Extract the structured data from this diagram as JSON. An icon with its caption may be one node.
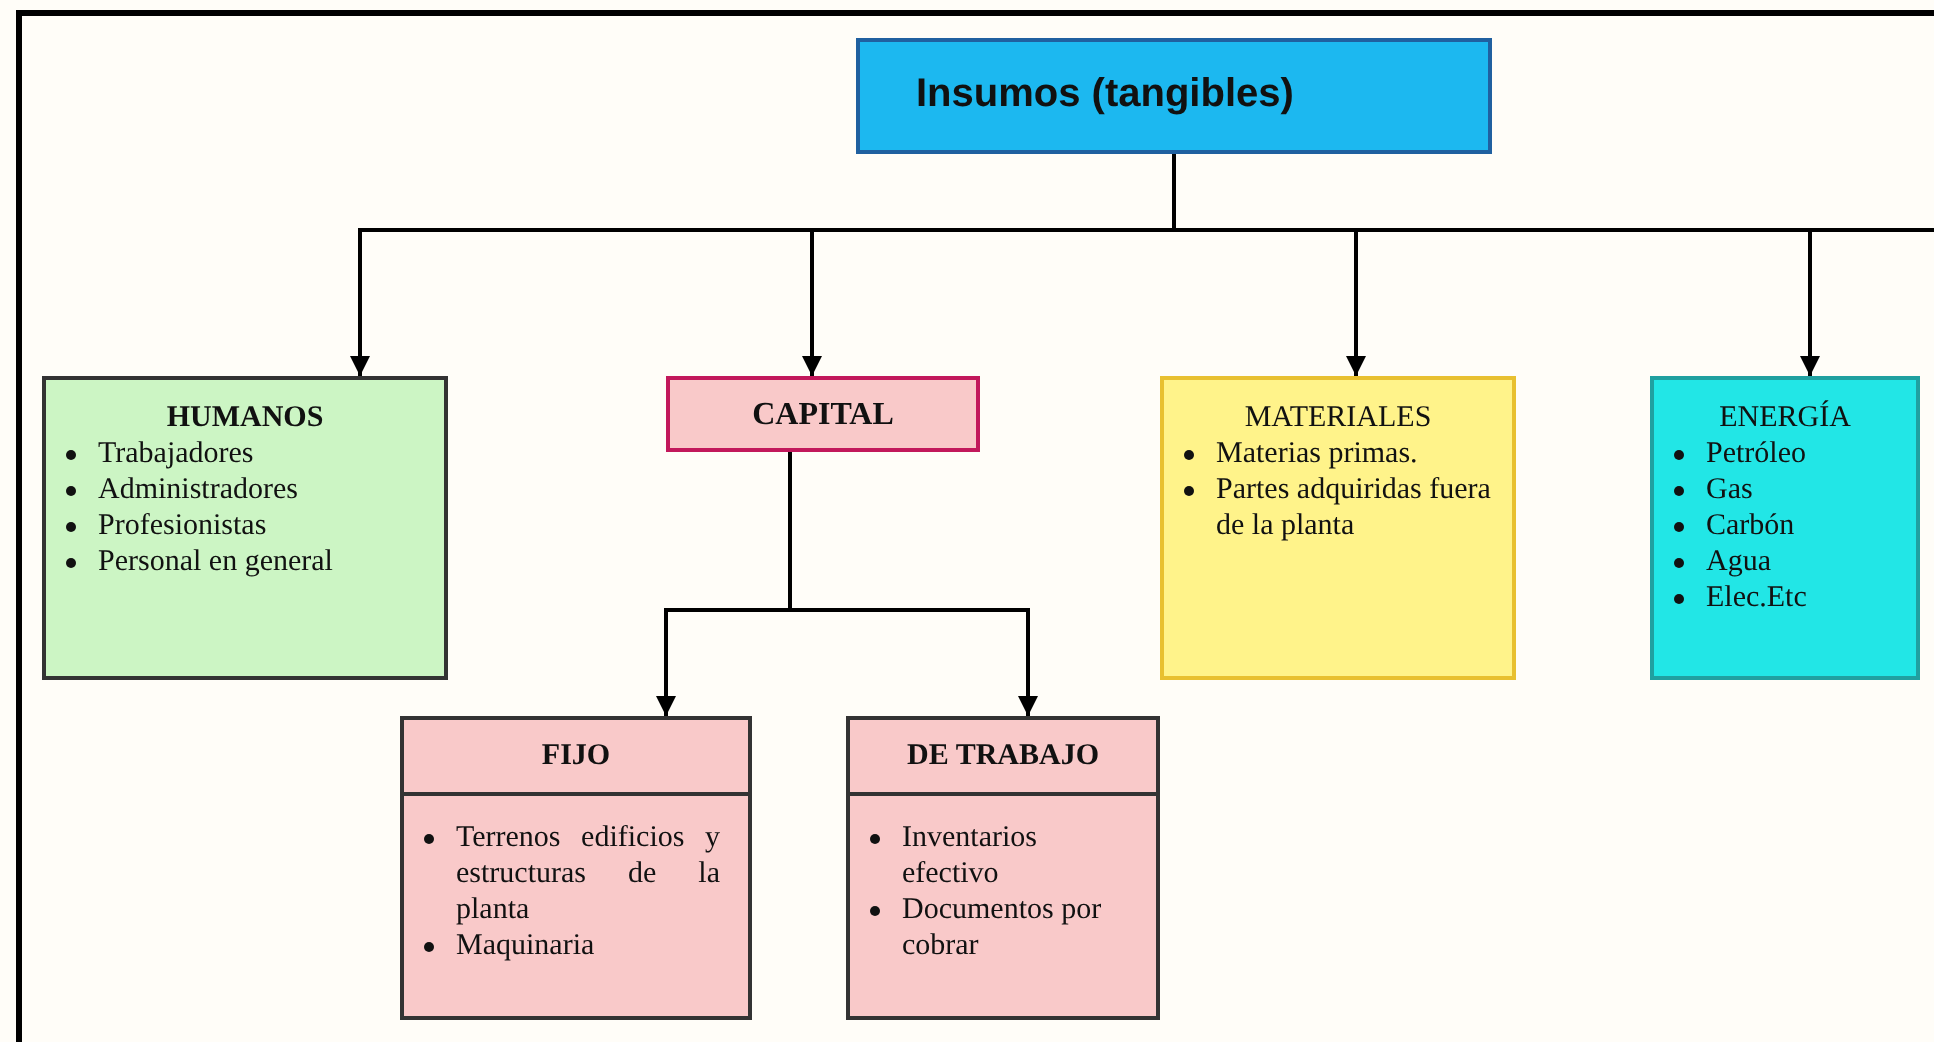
{
  "diagram": {
    "nodes": [
      {
        "text": [
          "Insumos (tangibles)"
        ]
      },
      {
        "text": [
          "HUMANOS",
          "Trabajadores",
          "Administradores",
          "Profesionistas",
          "Personal en general"
        ]
      },
      {
        "text": [
          "CAPITAL"
        ]
      },
      {
        "text": [
          "MATERIALES",
          "Materias primas.",
          "Partes adquiridas fuera de la planta"
        ]
      },
      {
        "text": [
          "ENERGÍA",
          "Petróleo",
          "Gas",
          "Carbón",
          "Agua",
          "Elec.Etc"
        ]
      },
      {
        "text": [
          "FIJO",
          "Terrenos edificios y estructuras de la planta",
          "Maquinaria"
        ]
      },
      {
        "text": [
          "DE TRABAJO",
          "Inventarios efectivo",
          "Documentos por cobrar"
        ]
      }
    ],
    "edges": [
      {
        "from": 0,
        "to": 1,
        "arrow": "to"
      },
      {
        "from": 0,
        "to": 2,
        "arrow": "to"
      },
      {
        "from": 0,
        "to": 3,
        "arrow": "to"
      },
      {
        "from": 0,
        "to": 4,
        "arrow": "to"
      },
      {
        "from": 2,
        "to": 5,
        "arrow": "to"
      },
      {
        "from": 2,
        "to": 6,
        "arrow": "to"
      }
    ]
  }
}
